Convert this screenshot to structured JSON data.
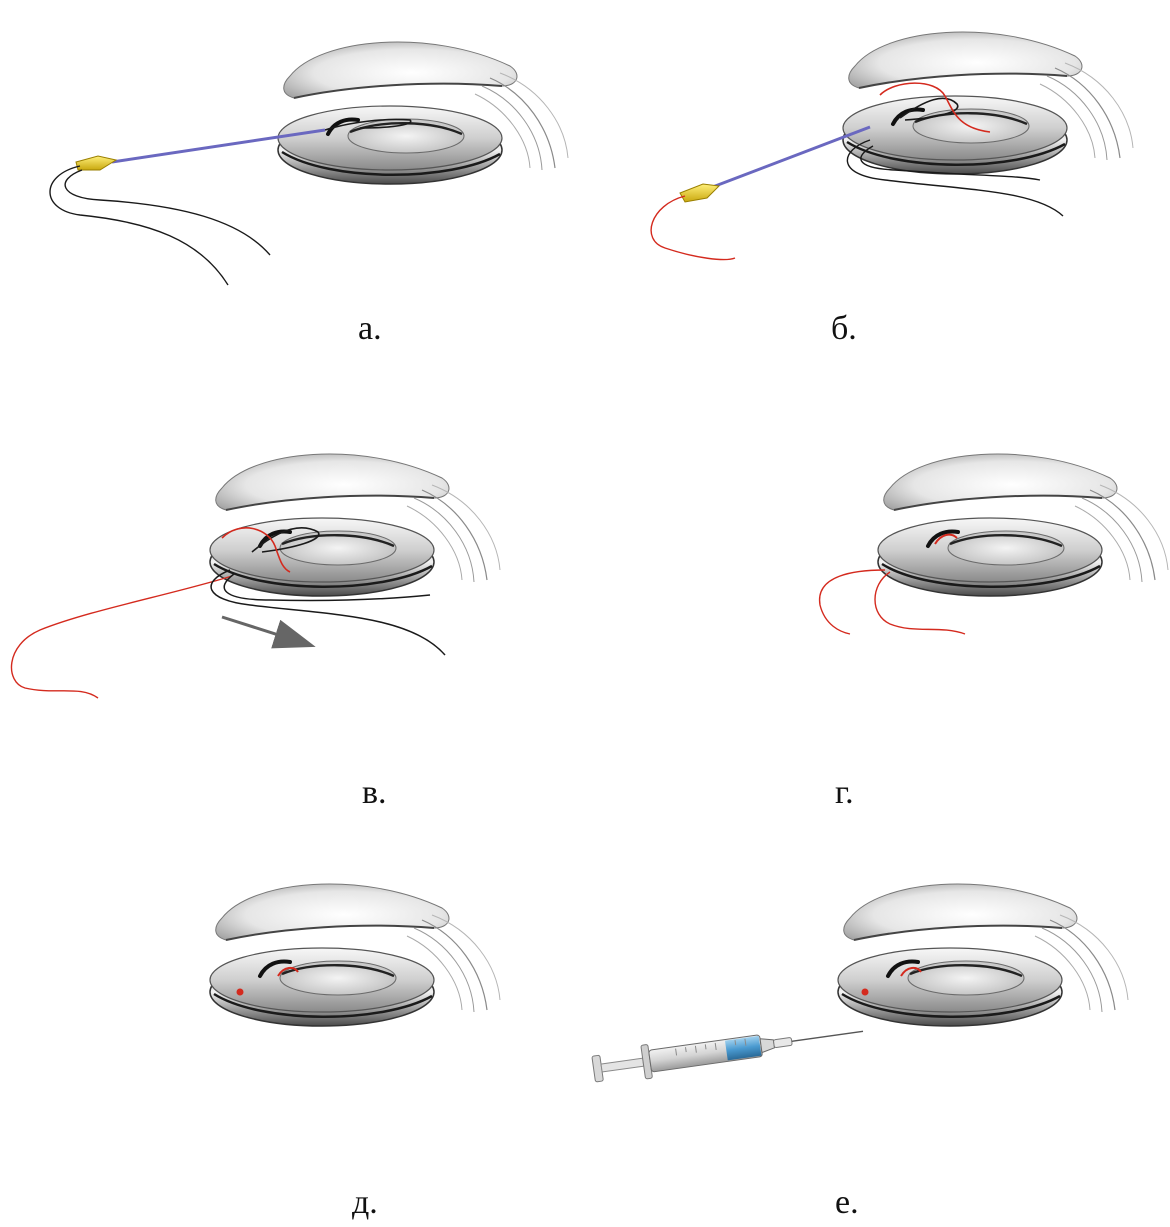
{
  "panels": [
    {
      "id": "a",
      "label": "а."
    },
    {
      "id": "b",
      "label": "б."
    },
    {
      "id": "v",
      "label": "в."
    },
    {
      "id": "g",
      "label": "г."
    },
    {
      "id": "d",
      "label": "д."
    },
    {
      "id": "e",
      "label": "е."
    }
  ],
  "colors": {
    "thread_black": "#1a1a1a",
    "thread_red": "#d42a1e",
    "needle_shaft": "#6a68c0",
    "needle_hub": "#e6c82a",
    "syringe_fluid": "#5aa8d8",
    "arrow": "#666666"
  },
  "icons": {
    "eyelid": "upper-eyelid-illustration",
    "ring": "ring-implant-illustration",
    "needle": "cannula-needle",
    "syringe": "syringe-icon",
    "arrow": "direction-arrow"
  }
}
